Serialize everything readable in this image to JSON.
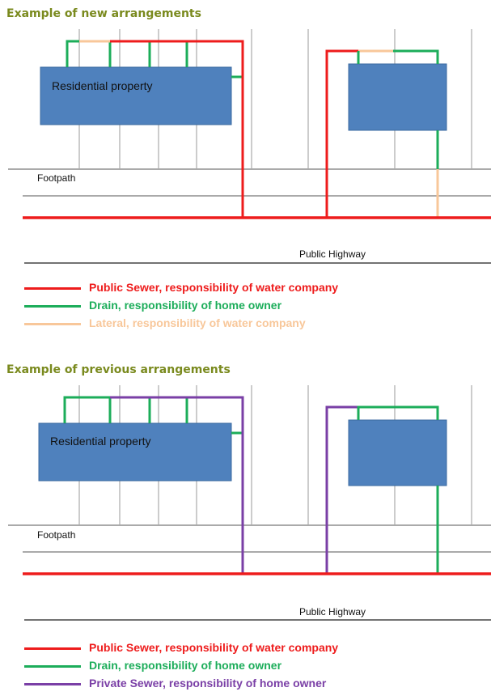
{
  "colors": {
    "public_sewer": "#ee1c1c",
    "drain": "#1cad5a",
    "lateral": "#f8c79a",
    "private_sewer": "#7a3fa6",
    "property_fill": "#4f81bd",
    "property_stroke": "#3b6aa0",
    "heading": "#7a8a1e"
  },
  "new_section": {
    "heading": "Example of new arrangements",
    "property_label": "Residential property",
    "footpath_label": "Footpath",
    "highway_label": "Public Highway",
    "legend": [
      {
        "key": "public_sewer",
        "text": "Public Sewer, responsibility of water company"
      },
      {
        "key": "drain",
        "text": "Drain, responsibility of home owner"
      },
      {
        "key": "lateral",
        "text": "Lateral, responsibility of water company"
      }
    ]
  },
  "previous_section": {
    "heading": "Example of previous arrangements",
    "property_label": "Residential property",
    "footpath_label": "Footpath",
    "highway_label": "Public Highway",
    "legend": [
      {
        "key": "public_sewer",
        "text": "Public Sewer, responsibility of water company"
      },
      {
        "key": "drain",
        "text": "Drain, responsibility of home owner"
      },
      {
        "key": "private_sewer",
        "text": "Private Sewer, responsibility of home owner"
      }
    ]
  }
}
